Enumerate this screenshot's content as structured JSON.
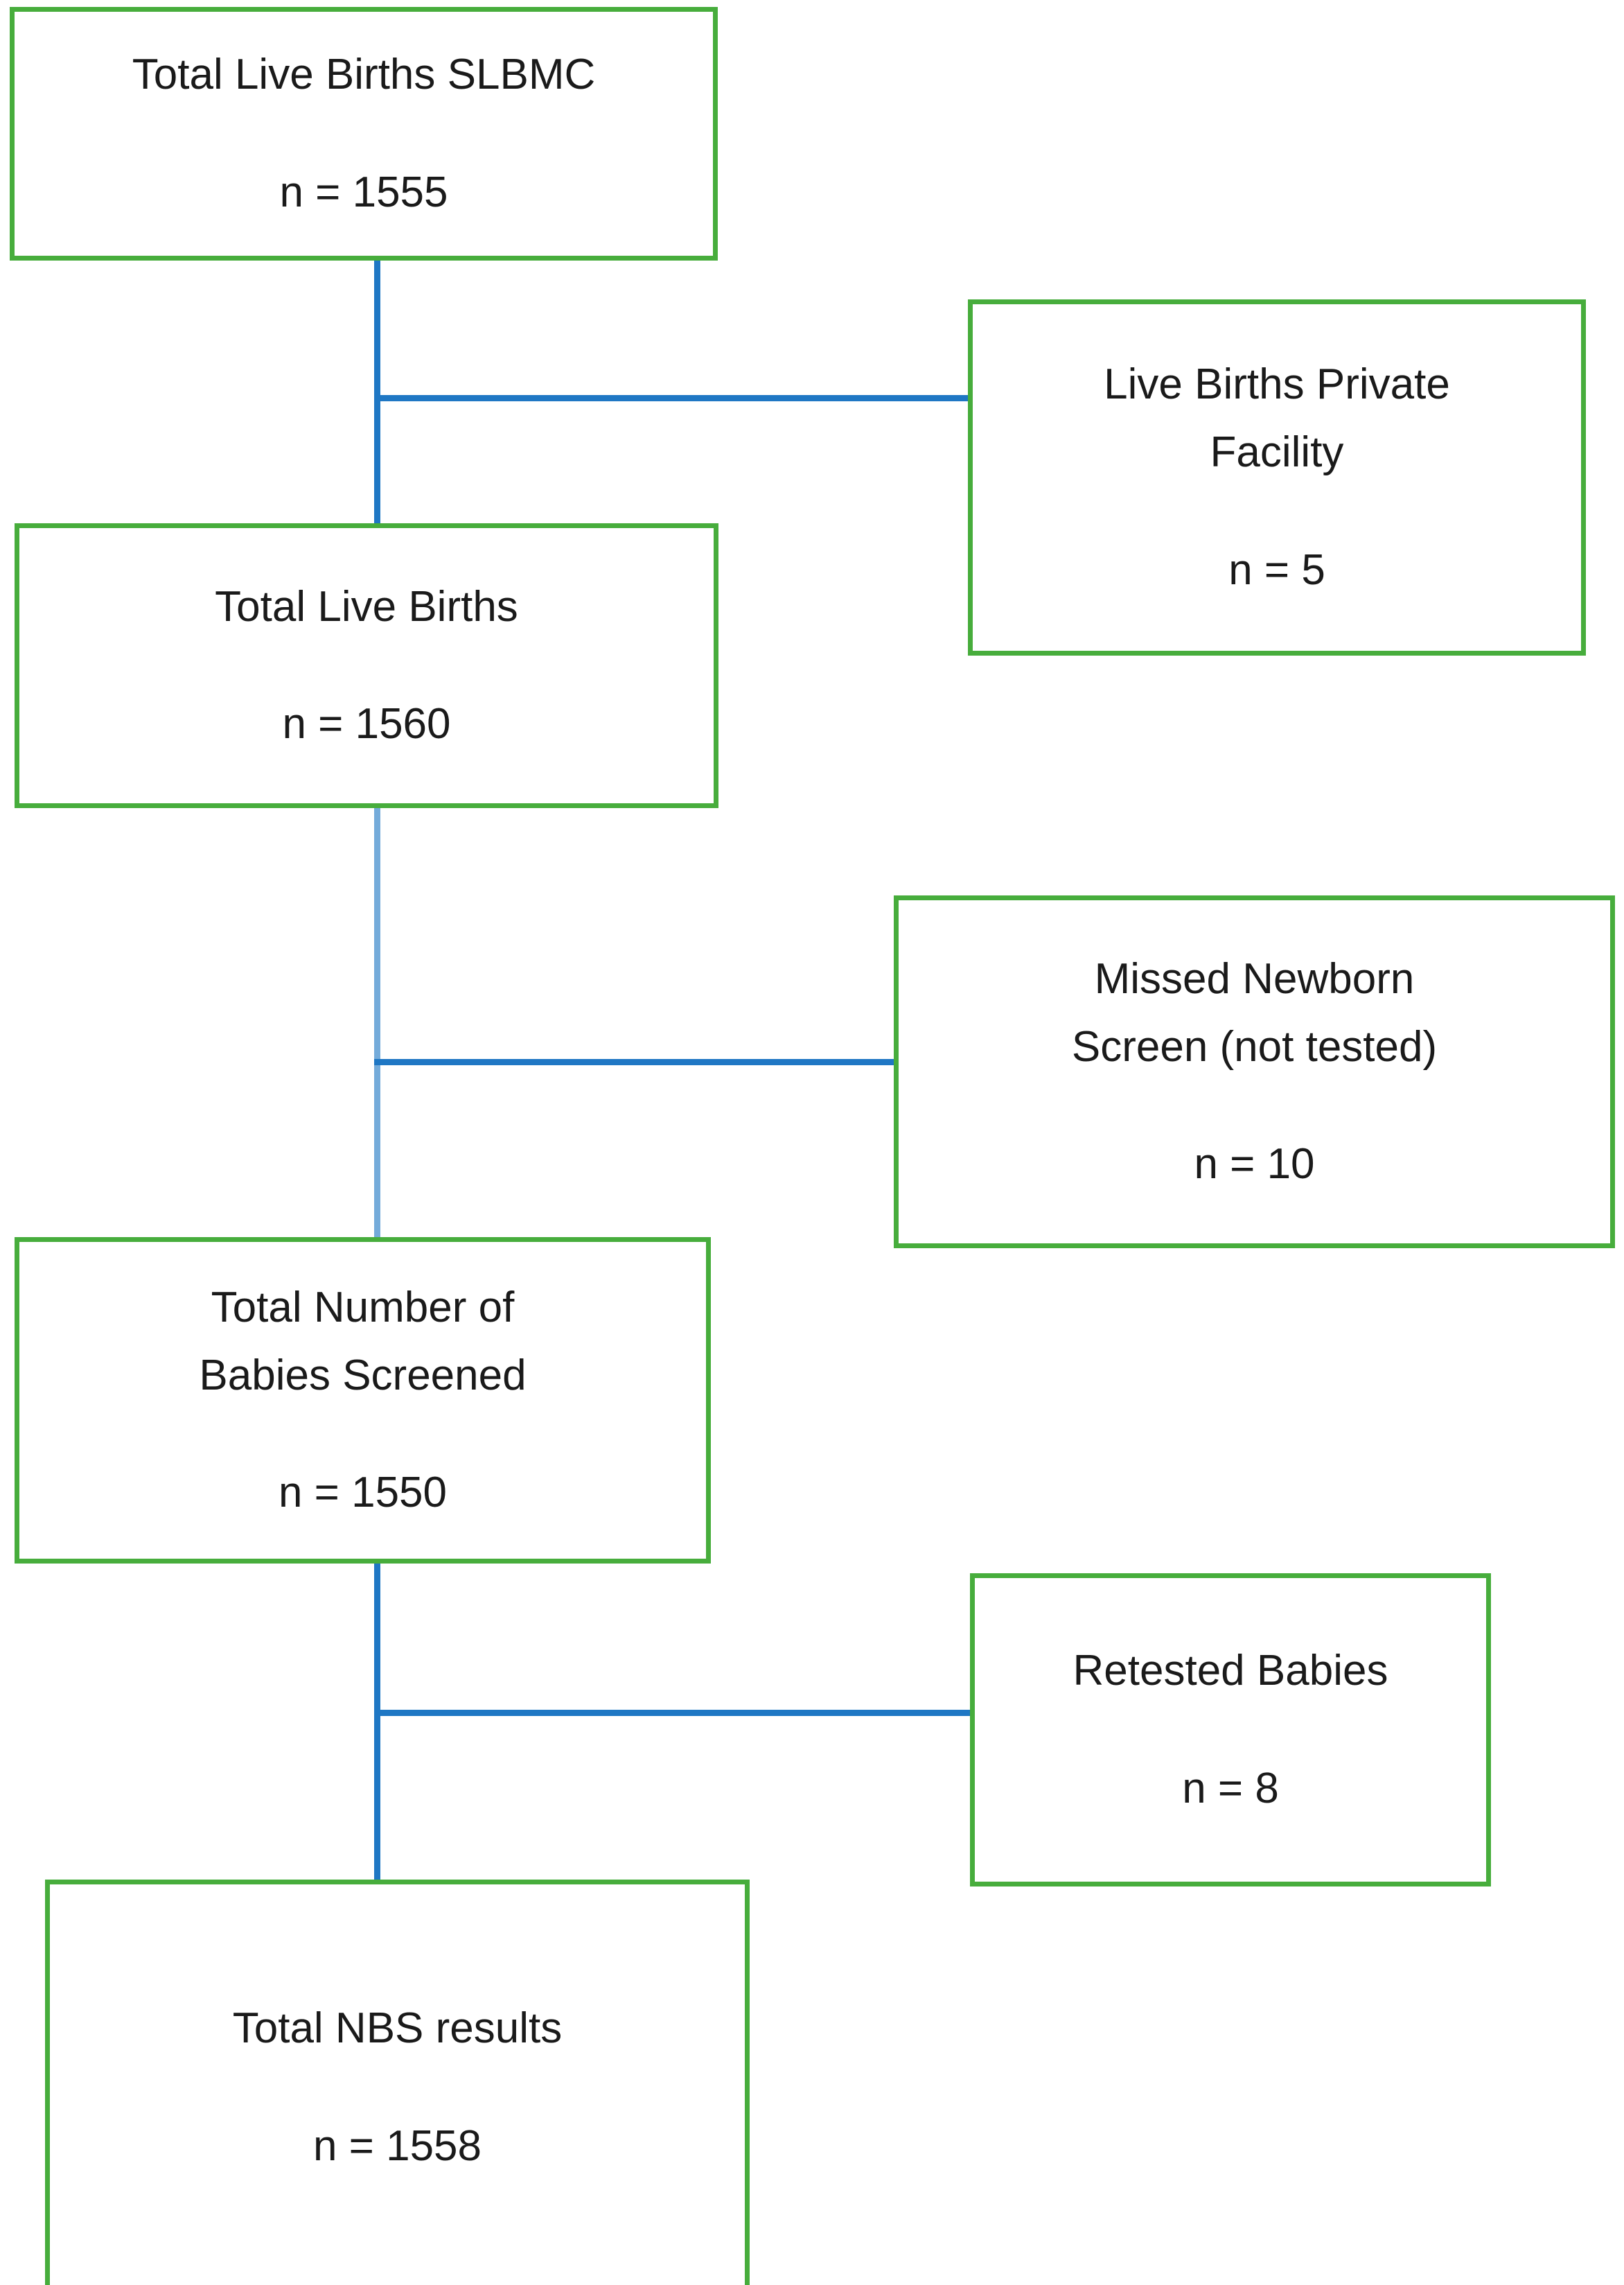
{
  "diagram": {
    "type": "flowchart",
    "orientation": "top-to-bottom with right-side exclusion branches",
    "box_border_color": "#47ad3c",
    "connector_color": "#1f77c4",
    "text_color": "#1a1a1a"
  },
  "nodes": [
    {
      "id": "total-live-births-slbmc",
      "title": "Total Live Births SLBMC",
      "count": "n = 1555",
      "n": 1555,
      "column": "main"
    },
    {
      "id": "live-births-private-facility",
      "title": "Live Births Private\nFacility",
      "count": "n = 5",
      "n": 5,
      "column": "side"
    },
    {
      "id": "total-live-births",
      "title": "Total Live Births",
      "count": "n = 1560",
      "n": 1560,
      "column": "main"
    },
    {
      "id": "missed-newborn-screen",
      "title": "Missed Newborn\nScreen (not tested)",
      "count": "n = 10",
      "n": 10,
      "column": "side"
    },
    {
      "id": "total-babies-screened",
      "title": "Total Number of\nBabies Screened",
      "count": "n = 1550",
      "n": 1550,
      "column": "main"
    },
    {
      "id": "retested-babies",
      "title": "Retested Babies",
      "count": "n = 8",
      "n": 8,
      "column": "side"
    },
    {
      "id": "total-nbs-results",
      "title": "Total NBS results",
      "count": "n = 1558",
      "n": 1558,
      "column": "main"
    }
  ],
  "edges": [
    {
      "id": "edge-slbmc-to-total-live-births",
      "from": "total-live-births-slbmc",
      "to": "total-live-births"
    },
    {
      "id": "edge-branch-private-facility",
      "from": "total-live-births-slbmc",
      "to": "live-births-private-facility"
    },
    {
      "id": "edge-total-live-births-to-screened",
      "from": "total-live-births",
      "to": "total-babies-screened"
    },
    {
      "id": "edge-branch-missed-screen",
      "from": "total-live-births",
      "to": "missed-newborn-screen"
    },
    {
      "id": "edge-screened-to-nbs-results",
      "from": "total-babies-screened",
      "to": "total-nbs-results"
    },
    {
      "id": "edge-branch-retested",
      "from": "total-babies-screened",
      "to": "retested-babies"
    }
  ]
}
